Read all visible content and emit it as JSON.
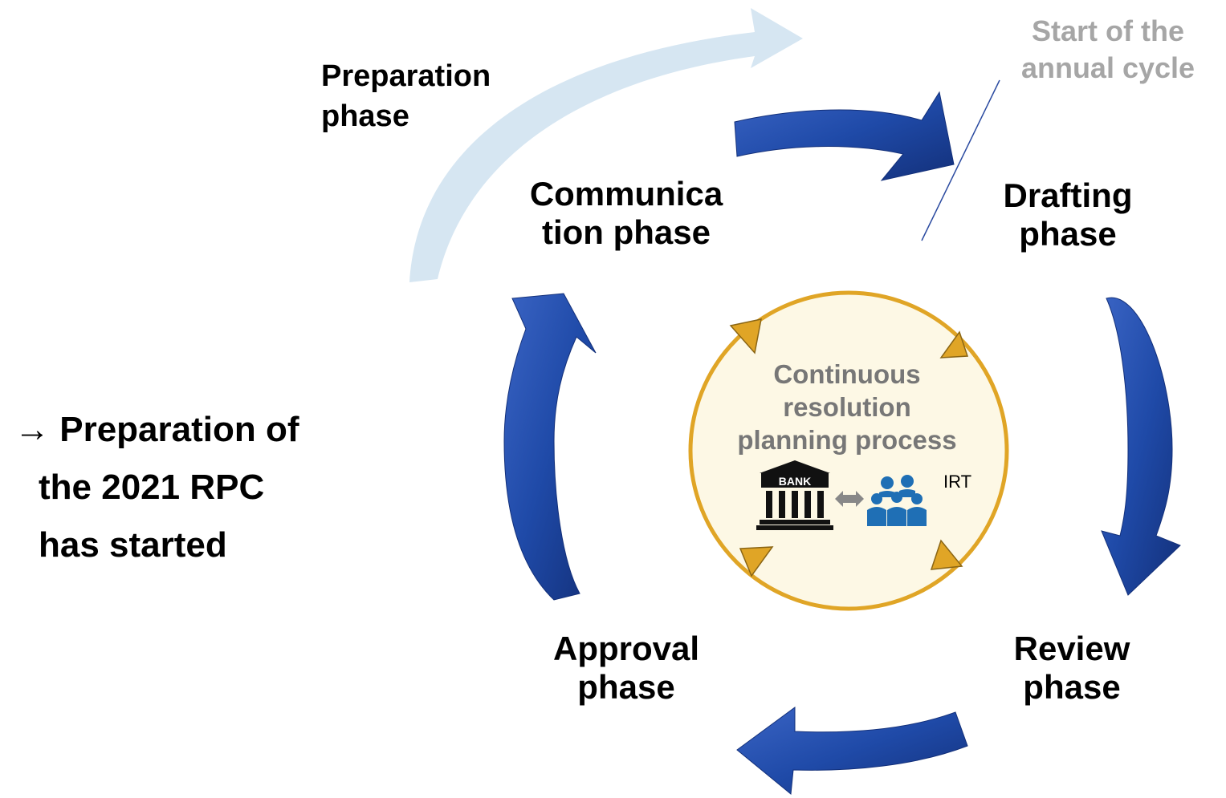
{
  "labels": {
    "preparation_phase": [
      "Preparation",
      "phase"
    ],
    "start_annual_cycle": [
      "Start of the",
      "annual cycle"
    ],
    "communication_phase": [
      "Communica",
      "tion phase"
    ],
    "drafting_phase": [
      "Drafting",
      "phase"
    ],
    "review_phase": [
      "Review",
      "phase"
    ],
    "approval_phase": [
      "Approval",
      "phase"
    ],
    "center": [
      "Continuous",
      "resolution",
      "planning process"
    ],
    "bank_sign": "BANK",
    "irt": "IRT"
  },
  "note": [
    "→ Preparation of",
    "the 2021 RPC",
    "has started"
  ],
  "icons": [
    "bank-icon",
    "double-arrow-icon",
    "team-icon"
  ],
  "colors": {
    "arrow_blue": "#1f4aa8",
    "arrow_light": "#d6e6f2",
    "circle_fill": "#fdf8e5",
    "circle_border": "#e0a526",
    "muted_text": "#777777",
    "team_blue": "#1f6fb5"
  }
}
